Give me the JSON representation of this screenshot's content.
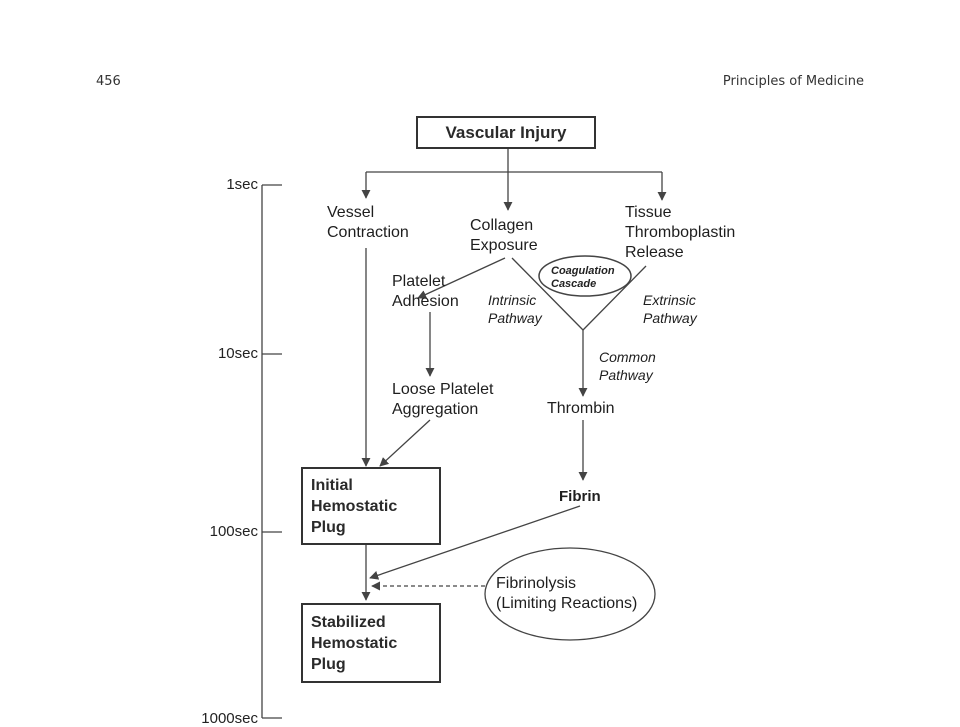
{
  "header": {
    "page_number": "456",
    "book_title": "Principles of Medicine"
  },
  "timeline": {
    "ticks": [
      "1sec",
      "10sec",
      "100sec",
      "1000sec"
    ]
  },
  "nodes": {
    "vascular_injury": "Vascular Injury",
    "vessel_contraction": "Vessel\nContraction",
    "collagen_exposure": "Collagen\nExposure",
    "tissue_thromboplastin": "Tissue\nThromboplastin\nRelease",
    "platelet_adhesion": "Platelet\nAdhesion",
    "coagulation_cascade": "Coagulation\nCascade",
    "intrinsic_pathway": "Intrinsic\nPathway",
    "extrinsic_pathway": "Extrinsic\nPathway",
    "common_pathway": "Common\nPathway",
    "loose_platelet_aggregation": "Loose Platelet\nAggregation",
    "thrombin": "Thrombin",
    "fibrin": "Fibrin",
    "initial_plug": "Initial\nHemostatic\nPlug",
    "fibrinolysis": "Fibrinolysis\n(Limiting Reactions)",
    "stabilized_plug": "Stabilized\nHemostatic\nPlug"
  }
}
